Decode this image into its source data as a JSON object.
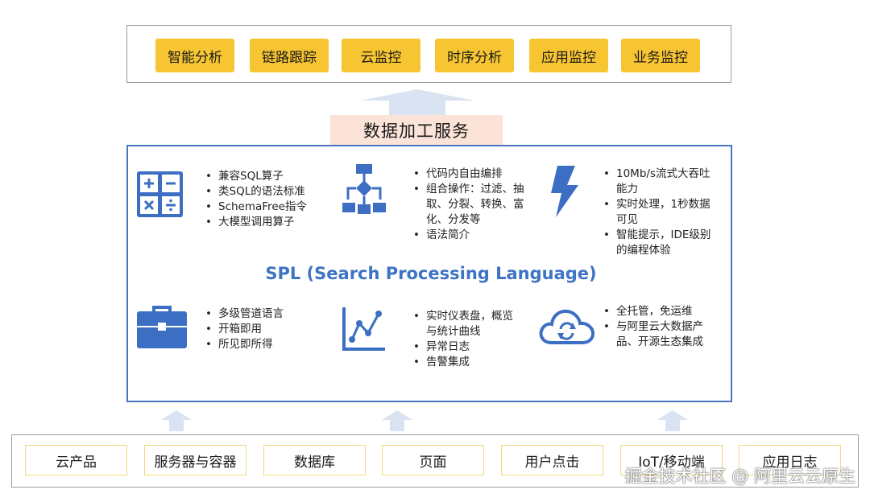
{
  "apps": [
    "智能分析",
    "链路跟踪",
    "云监控",
    "时序分析",
    "应用监控",
    "业务监控"
  ],
  "service_label": "数据加工服务",
  "spl_title": "SPL (Search Processing Language)",
  "features": [
    {
      "icon": "calculator-icon",
      "bullets": [
        "兼容SQL算子",
        "类SQL的语法标准",
        "SchemaFree指令",
        "大模型调用算子"
      ]
    },
    {
      "icon": "flowchart-icon",
      "bullets": [
        "代码内自由编排",
        "组合操作：过滤、抽取、分裂、转换、富化、分发等",
        "语法简介"
      ]
    },
    {
      "icon": "lightning-icon",
      "bullets": [
        "10Mb/s流式大吞吐能力",
        "实时处理，1秒数据可见",
        "智能提示，IDE级别的编程体验"
      ]
    },
    {
      "icon": "toolbox-icon",
      "bullets": [
        "多级管道语言",
        "开箱即用",
        "所见即所得"
      ]
    },
    {
      "icon": "line-chart-icon",
      "bullets": [
        "实时仪表盘，概览与统计曲线",
        "异常日志",
        "告警集成"
      ]
    },
    {
      "icon": "cloud-sync-icon",
      "bullets": [
        "全托管，免运维",
        "与阿里云大数据产品、开源生态集成"
      ]
    }
  ],
  "sources": [
    "云产品",
    "服务器与容器",
    "数据库",
    "页面",
    "用户点击",
    "IoT/移动端",
    "应用日志"
  ],
  "watermark": "掘金技术社区 @ 阿里云云原生",
  "colors": {
    "app_fill": "#f7c531",
    "service_fill": "#fbe3d7",
    "spl_border": "#4a76c0",
    "icon_blue": "#3c6fc3",
    "arrow": "#d9e3f1"
  }
}
